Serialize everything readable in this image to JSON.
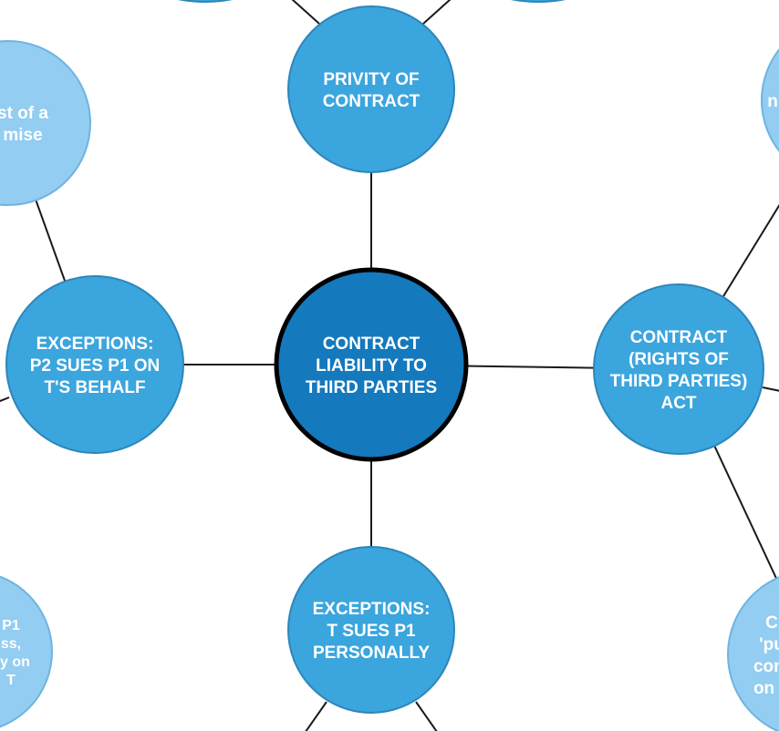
{
  "colors": {
    "background": "#ffffff",
    "edge": "#1a1a1a",
    "central_fill": "#1479bd",
    "central_stroke": "#000000",
    "primary_fill": "#3ba5de",
    "primary_stroke": "#2d86b9",
    "secondary_fill": "#93cdf1",
    "secondary_stroke": "#6fb4e0",
    "text": "#ffffff"
  },
  "nodes": [
    {
      "id": "central",
      "kind": "central",
      "lines": [
        "CONTRACT",
        "LIABILITY TO",
        "THIRD PARTIES"
      ]
    },
    {
      "id": "privity",
      "kind": "primary",
      "lines": [
        "PRIVITY OF",
        "CONTRACT"
      ]
    },
    {
      "id": "exceptions-p2",
      "kind": "primary",
      "lines": [
        "EXCEPTIONS:",
        "P2 SUES P1 ON",
        "T'S BEHALF"
      ]
    },
    {
      "id": "rights-act",
      "kind": "primary",
      "lines": [
        "CONTRACT",
        "(RIGHTS OF",
        "THIRD PARTIES)",
        "ACT"
      ]
    },
    {
      "id": "exceptions-t",
      "kind": "primary",
      "lines": [
        "EXCEPTIONS:",
        "T SUES P1",
        "PERSONALLY"
      ]
    },
    {
      "id": "trust-promise",
      "kind": "secondary",
      "lines": [
        "st of a",
        "mise"
      ]
    },
    {
      "id": "top-right-partial",
      "kind": "secondary",
      "lines": [
        "n"
      ]
    },
    {
      "id": "bottom-left-partial",
      "kind": "secondary",
      "lines": [
        "P1",
        "ss,",
        "ey on",
        "T"
      ]
    },
    {
      "id": "bottom-right-partial",
      "kind": "secondary",
      "lines": [
        "C",
        "'pu",
        "conf",
        "on T"
      ]
    }
  ],
  "edges": [
    [
      "central",
      "privity"
    ],
    [
      "central",
      "exceptions-p2"
    ],
    [
      "central",
      "rights-act"
    ],
    [
      "central",
      "exceptions-t"
    ],
    [
      "exceptions-p2",
      "trust-promise"
    ],
    [
      "rights-act",
      "top-right-partial"
    ],
    [
      "rights-act",
      "bottom-right-partial"
    ]
  ]
}
